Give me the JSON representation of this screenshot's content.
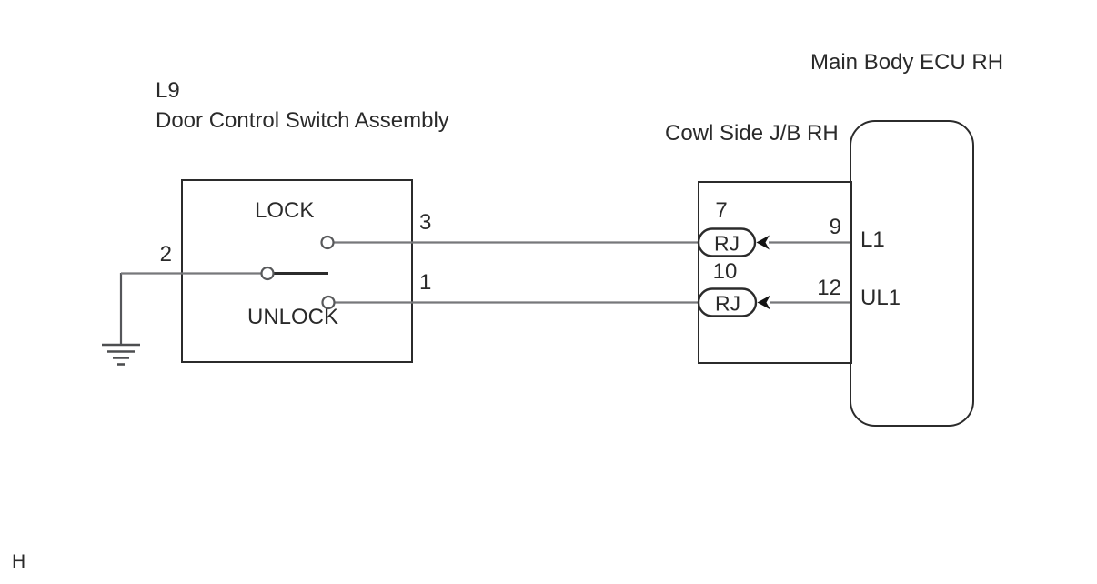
{
  "labels": {
    "ecu_title": "Main Body ECU RH",
    "component_code": "L9",
    "component_name": "Door Control Switch Assembly",
    "junction_title": "Cowl Side J/B RH",
    "page_marker": "H"
  },
  "switch": {
    "lock_label": "LOCK",
    "unlock_label": "UNLOCK",
    "pins": {
      "common": "2",
      "lock": "3",
      "unlock": "1"
    }
  },
  "junction": {
    "pins": {
      "lock": "7",
      "unlock": "10"
    },
    "relay_lock": "RJ",
    "relay_unlock": "RJ"
  },
  "ecu": {
    "pins": {
      "lock": "9",
      "unlock": "12"
    },
    "terminals": {
      "lock": "L1",
      "unlock": "UL1"
    }
  },
  "colors": {
    "background": "#ffffff",
    "outline": "#2b2b2b",
    "wire": "#77787b",
    "text": "#2a2a2a"
  }
}
